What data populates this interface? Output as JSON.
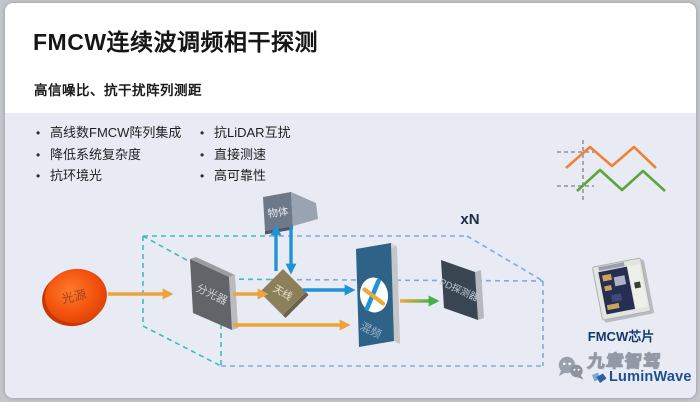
{
  "header": {
    "title": "FMCW连续波调频相干探测",
    "subtitle": "高信噪比、抗干扰阵列测距"
  },
  "features_left": [
    "高线数FMCW阵列集成",
    "降低系统复杂度",
    "抗环境光"
  ],
  "features_right": [
    "抗LiDAR互扰",
    "直接测速",
    "高可靠性"
  ],
  "diagram": {
    "multiplier": "xN",
    "nodes": {
      "source": "光源",
      "splitter": "分光器",
      "antenna": "天线",
      "object": "物体",
      "mixer": "混频",
      "detector": "PD探测器"
    },
    "chip_caption": "FMCW芯片"
  },
  "branding": {
    "wechat_name": "九章智驾",
    "company": "LuminWave"
  },
  "colors": {
    "slide_body_bg": "#e8ebf3",
    "arrow_orange": "#eea43b",
    "arrow_blue": "#1f93d6",
    "arrow_green": "#43b04a",
    "dash_teal": "#3dbdb8",
    "dash_blue": "#7fabdc",
    "source_fill": "#f44e0c",
    "splitter_fill": "#616468",
    "antenna_fill": "#8b8059",
    "object_fill": "#6d7889",
    "mixer_fill": "#2e6287",
    "detector_fill": "#394651",
    "wave_orange": "#f08135",
    "wave_green": "#5aa63c",
    "chip_caption_color": "#123a6e",
    "brand_blue": "#1d4f93"
  }
}
